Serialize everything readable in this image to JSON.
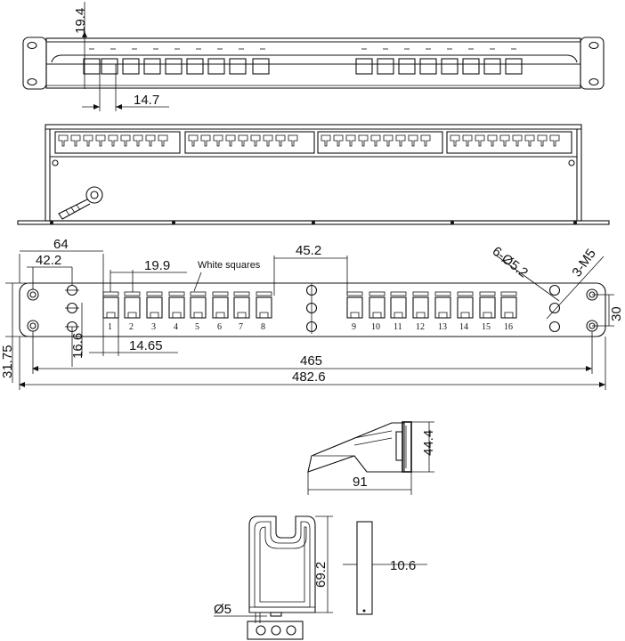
{
  "top_view": {
    "dim_depth": "19.4",
    "dim_port_width": "14.7"
  },
  "front_view": {
    "dim_ear_hole_x": "64",
    "dim_hole_offset": "42.2",
    "dim_port_pitch": "19.9",
    "white_squares_label": "White squares",
    "dim_group_gap": "45.2",
    "dim_hole_spec": "6-Ø5.2",
    "dim_screw_spec": "3-M5",
    "dim_ear_height": "30",
    "dim_port_height": "16.6",
    "dim_second_pitch": "14.65",
    "dim_panel_height": "31.75",
    "dim_inner_width": "465",
    "dim_total_width": "482.6",
    "port_numbers": [
      "1",
      "2",
      "3",
      "4",
      "5",
      "6",
      "7",
      "8",
      "9",
      "10",
      "11",
      "12",
      "13",
      "14",
      "15",
      "16"
    ]
  },
  "side_bracket": {
    "dim_height": "44.4",
    "dim_depth": "91"
  },
  "cable_clip": {
    "dim_height": "69.2",
    "dim_hole": "Ø5",
    "dim_thickness": "10.6"
  }
}
